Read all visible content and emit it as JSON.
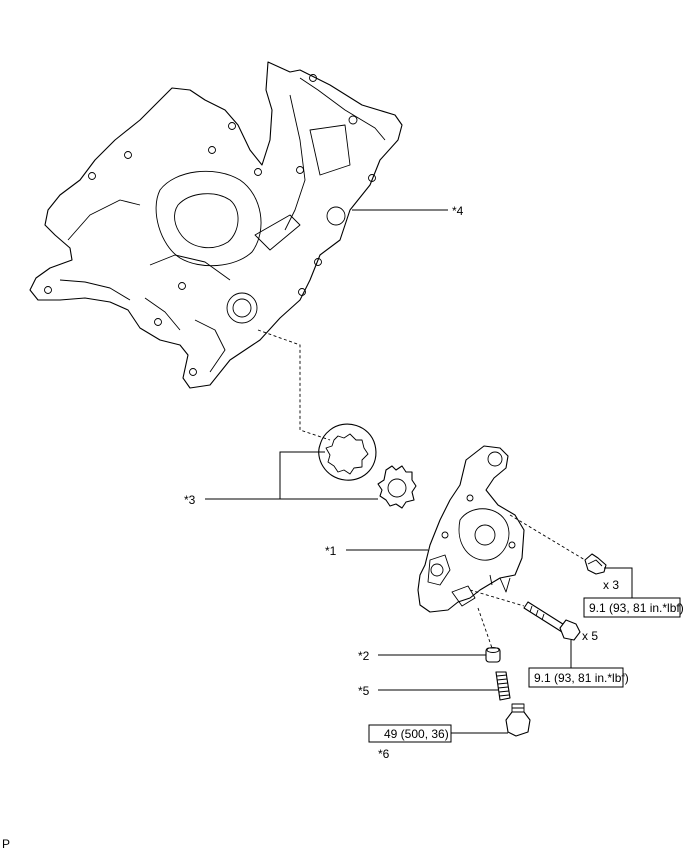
{
  "callouts": {
    "c1": "*1",
    "c2": "*2",
    "c3": "*3",
    "c4": "*4",
    "c5": "*5",
    "c6": "*6"
  },
  "torque": {
    "t1": "9.1 (93, 81 in.*lbf)",
    "t2": "9.1 (93, 81 in.*lbf)",
    "t3": "49 (500, 36)"
  },
  "quantity": {
    "q1": "x 3",
    "q2": "x 5"
  },
  "corner_code": "P"
}
